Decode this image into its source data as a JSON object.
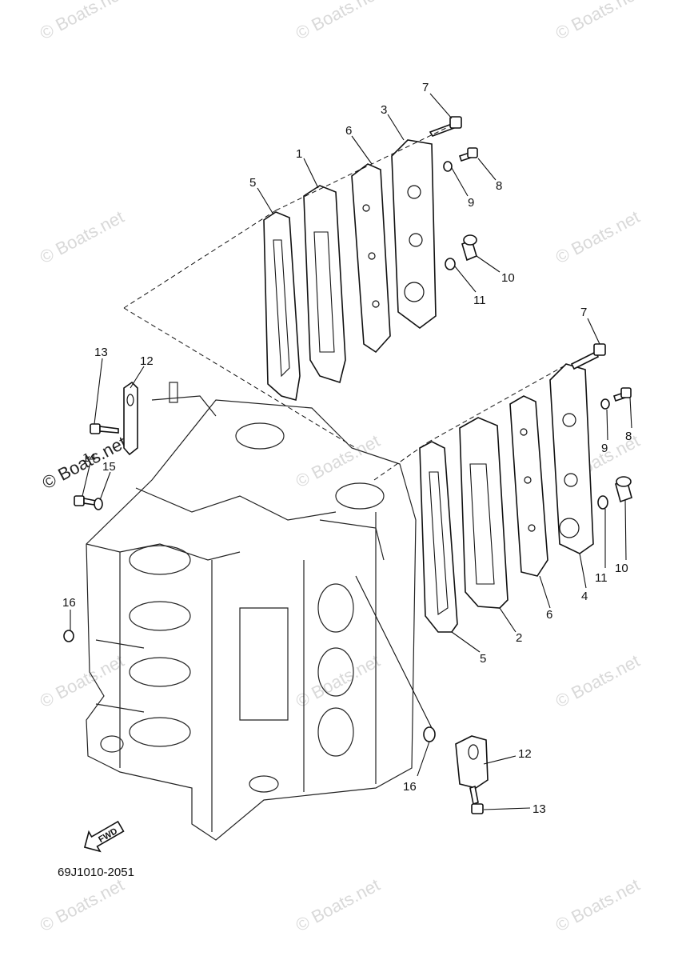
{
  "diagram": {
    "drawing_code": "69J1010-2051",
    "fwd_label": "FWD",
    "watermark_text": "© Boats.net",
    "callouts_upper": [
      "1",
      "3",
      "5",
      "6",
      "7",
      "8",
      "9",
      "10",
      "11"
    ],
    "callouts_left": [
      "12",
      "13",
      "14",
      "15",
      "16"
    ],
    "callouts_lower": [
      "2",
      "4",
      "5",
      "6",
      "7",
      "8",
      "9",
      "10",
      "11",
      "12",
      "13",
      "16"
    ],
    "colors": {
      "line": "#111111",
      "watermark": "#d9d9d9",
      "background": "#ffffff"
    }
  }
}
